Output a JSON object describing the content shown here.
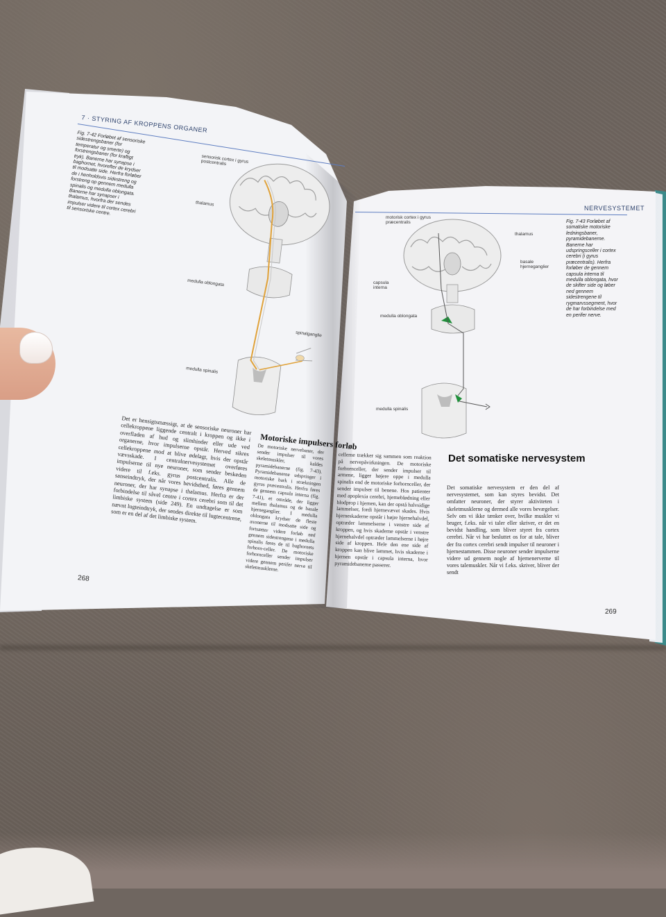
{
  "scene": {
    "description_kind": "photo of open textbook on a sofa"
  },
  "left_page": {
    "header": "7 · STYRING AF KROPPENS ORGANER",
    "figure_caption": "Fig. 7-42 Forløbet af sensoriske sidestrengsbaner (for temperatur og smerte) og forstrengsbaner (for kraftigt tryk). Banerne har synapse i baghornet, hvorefter de krydser til modsatte side. Herfra forløber de i henholdsvis sidestreng og forstreng op gennem medulla spinalis og medulla oblongata. Banerne har synapser i thalamus, hvorfra der sendes impulser videre til cortex cerebri til sensoriske centre.",
    "labels": {
      "cortex": "sensorisk cortex i gyrus postcentralis",
      "thalamus": "thalamus",
      "oblongata": "medulla oblongata",
      "ganglion": "spinalganglie",
      "spinalis": "medulla spinalis"
    },
    "body": "Det er hensigtsmæssigt, at de sensoriske neuroner har cellekroppene liggende centralt i kroppen og ikke i overfladen af hud og slimhinder eller ude ved organerne, hvor impulserne opstår. Herved sikres cellekroppene mod at blive ødelagt, hvis der opstår vævsskade. I centralnervesystemet overføres impulserne til nye neuroner, som sender beskeden videre til f.eks. gyrus postcentralis. Alle de sanseindtryk, der når vores bevidsthed, føres gennem neuroner, der har synapse i thalamus. Herfra er der forbindelse til såvel centre i cortex cerebri som til det limbiske system (side 249). En undtagelse er som nævnt lugteindtryk, der sendes direkte til lugtecentrene, som er en del af det limbiske system.",
    "mid_heading": "Motoriske impulsers forløb",
    "mid_body": "De motoriske nervebaner, der sender impulser til vores skeletmuskler, kaldes pyramidebanerne (fig. 7-43). Pyramidebanerne udspringer i motoriske bark i strækningen gyrus præcentralis. Herfra føres de gennem capsula interna (fig. 7-41), et område, der ligger mellem thalamus og de basale hjerneganglier. I medulla oblongata krydser de fleste axonerne til modsatte side og fortsætter videre forløb ned gennem sidestrengene i medulla spinalis føres de til baghornets forhorn-celler. De motoriske forhornceller sender impulser videre gennem perifer nerve til skeletmusklerne.",
    "page_number": "268"
  },
  "right_page": {
    "header": "NERVESYSTEMET",
    "figure_caption": "Fig. 7-43 Forløbet af somatiske motoriske ledningsbaner, pyramidebanerne. Banerne har udspringsceller i cortex cerebri (i gyrus præcentralis). Herfra forløber de gennem capsula interna til medulla oblongata, hvor de skifter side og løber ned gennem sidestrengene til rygmarvssegment, hvor de har forbindelse med en perifer nerve.",
    "labels": {
      "cortex": "motorisk cortex i gyrus præcentralis",
      "thalamus": "thalamus",
      "basal": "basale hjerneganglier",
      "capsula": "capsula interna",
      "oblongata": "medulla oblongata",
      "spinalis": "medulla spinalis"
    },
    "body_col1": "cellerne trækker sig sammen som reaktion på nervepåvirkningen. De motoriske forhornceller, der sender impulser til armene, ligger højere oppe i medulla spinalis end de motoriske forhornceller, der sender impulser til benene. Hos patienter med apoplexia cerebri, hjerneblødning eller blodprop i hjernen, kan der opstå halvsidige lammelser, fordi hjernevævet skades. Hvis hjerneskaderne opstår i højre hjernehalvdel, optræder lammelserne i venstre side af kroppen, og hvis skaderne opstår i venstre hjernehalvdel optræder lammelserne i højre side af kroppen. Hele den ene side af kroppen kan blive lammet, hvis skaderne i hjernen opstår i capsula interna, hvor pyramidebanerne passerer.",
    "section_heading": "Det somatiske nervesystem",
    "body_col2": "Det somatiske nervesystem er den del af nervesystemet, som kan styres bevidst. Det omfatter neuroner, der styrer aktiviteten i skeletmusklerne og dermed alle vores bevægelser. Selv om vi ikke tænker over, hvilke muskler vi bruger, f.eks. når vi taler eller skriver, er det en bevidst handling, som bliver styret fra cortex cerebri. Når vi har besluttet os for at tale, bliver der fra cortex cerebri sendt impulser til neuroner i hjernestammen. Disse neuroner sender impulserne videre ud gennem nogle af hjernenerverne til vores talemuskler. Når vi f.eks. skriver, bliver der sendt",
    "page_number": "269"
  },
  "colors": {
    "page": "#f3f4f7",
    "header_rule": "#5c7cc0",
    "sensory_path": "#e0a23a",
    "motor_highlight": "#1f8f3a",
    "teal_cover": "#3c8a8a",
    "sofa": "#6f6660"
  }
}
